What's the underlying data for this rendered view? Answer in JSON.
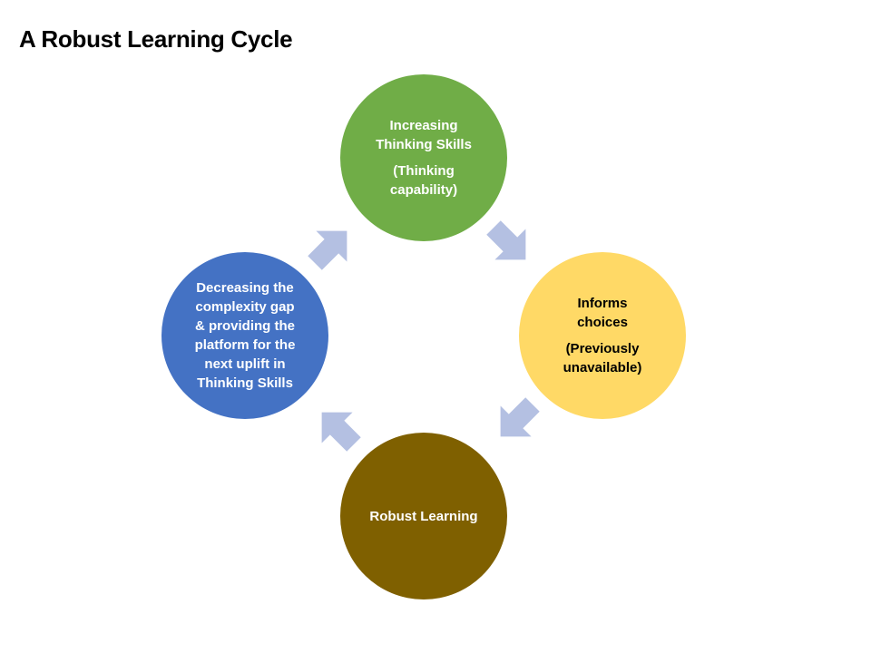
{
  "title": "A Robust Learning Cycle",
  "colors": {
    "top": "#70ad47",
    "right": "#ffd966",
    "bottom": "#7f6000",
    "left": "#4472c4",
    "arrow": "#b4c0e2",
    "light_text": "#ffffff",
    "dark_text": "#000000"
  },
  "nodes": {
    "top": {
      "lines": [
        "Increasing",
        "Thinking Skills"
      ],
      "sub": [
        "(Thinking",
        "capability)"
      ]
    },
    "right": {
      "lines": [
        "Informs",
        "choices"
      ],
      "sub": [
        "(Previously",
        "unavailable)"
      ]
    },
    "bottom": {
      "lines": [
        "Robust Learning"
      ]
    },
    "left": {
      "lines": [
        "Decreasing the",
        "complexity gap",
        "& providing the",
        "platform for the",
        "next uplift in",
        "Thinking Skills"
      ]
    }
  }
}
